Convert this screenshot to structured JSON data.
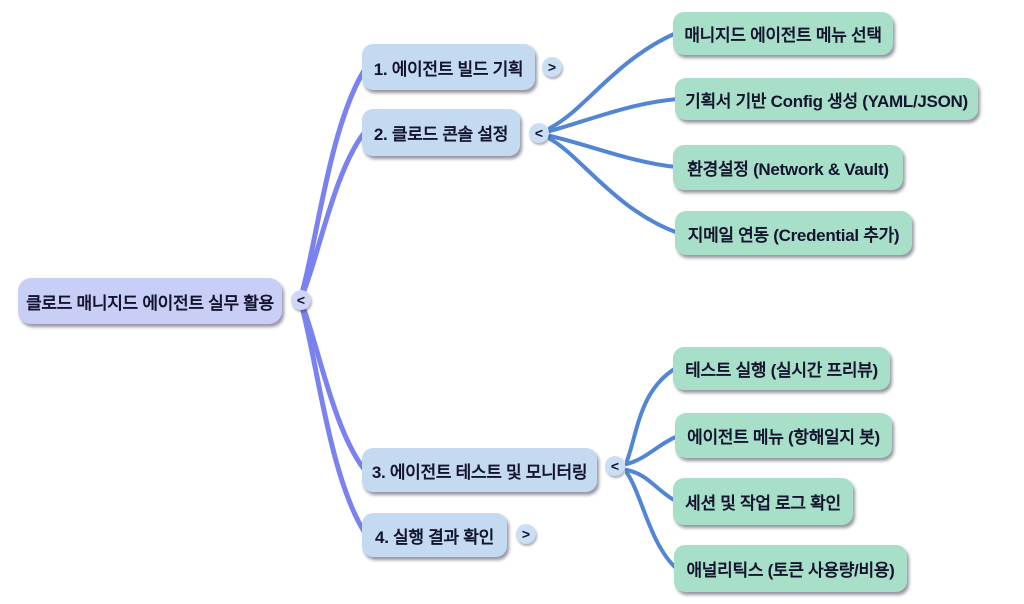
{
  "root": {
    "label": "클로드 매니지드 에이전트 실무 활용",
    "toggle": "<"
  },
  "branches": [
    {
      "label": "1. 에이전트 빌드 기획",
      "toggle": ">"
    },
    {
      "label": "2. 클로드 콘솔 설정",
      "toggle": "<",
      "children": [
        {
          "label": "매니지드 에이전트 메뉴 선택"
        },
        {
          "label": "기획서 기반 Config 생성 (YAML/JSON)"
        },
        {
          "label": "환경설정 (Network & Vault)"
        },
        {
          "label": "지메일 연동 (Credential 추가)"
        }
      ]
    },
    {
      "label": "3. 에이전트 테스트 및 모니터링",
      "toggle": "<",
      "children": [
        {
          "label": "테스트 실행 (실시간 프리뷰)"
        },
        {
          "label": "에이전트 메뉴 (항해일지 봇)"
        },
        {
          "label": "세션 및 작업 로그 확인"
        },
        {
          "label": "애널리틱스 (토큰 사용량/비용)"
        }
      ]
    },
    {
      "label": "4. 실행 결과 확인",
      "toggle": ">"
    }
  ],
  "colors": {
    "root_fill": "#c9cef7",
    "branch_fill": "#c3daf1",
    "leaf_fill": "#a8dfc9",
    "root_link": "#7a81f0",
    "branch_link": "#5286d5",
    "text": "#14142e"
  }
}
